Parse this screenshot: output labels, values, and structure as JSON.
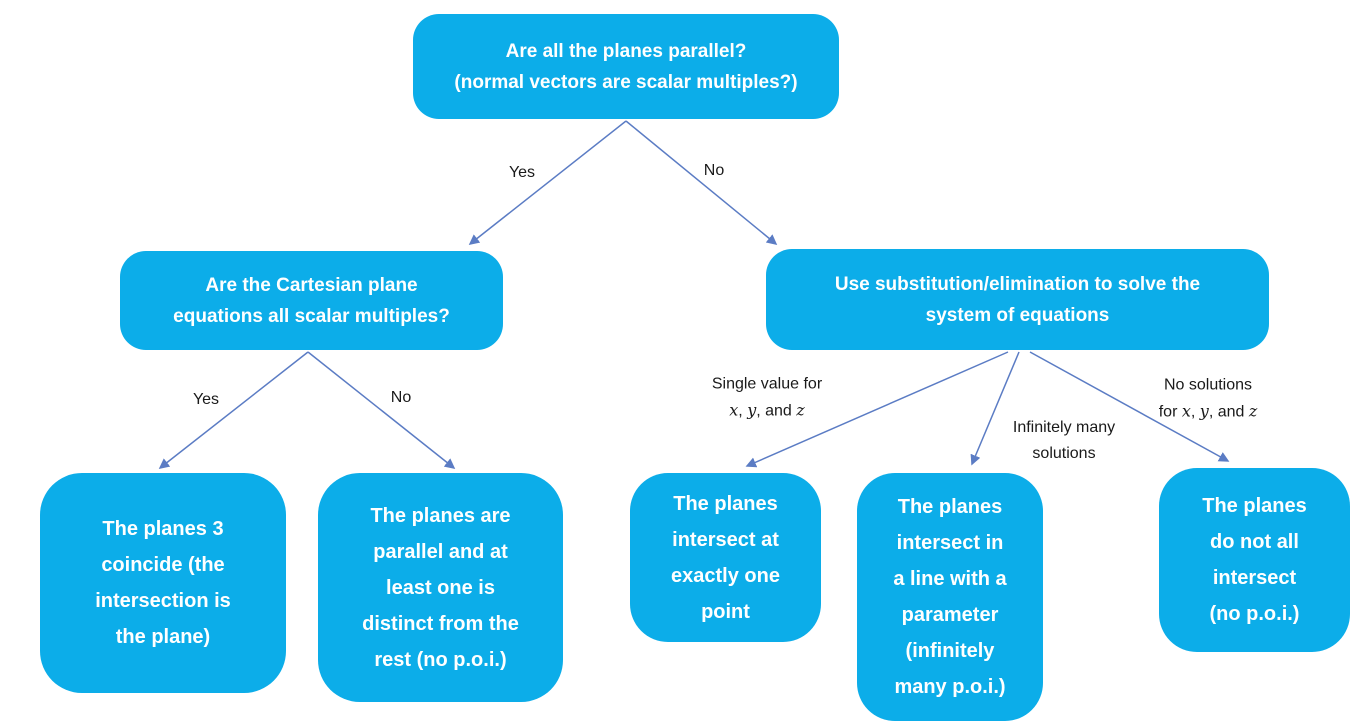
{
  "colors": {
    "page_bg": "#ffffff",
    "node_fill": "#0cade9",
    "node_text": "#ffffff",
    "arrow": "#5b7cc4",
    "label_text": "#1a1a1a"
  },
  "flowchart": {
    "nodes": [
      {
        "id": "are-planes-parallel",
        "lines": [
          "Are all the planes parallel?",
          "(normal vectors are scalar multiples?)"
        ]
      },
      {
        "id": "cartesian-scalar-multiples",
        "lines": [
          "Are the Cartesian plane",
          "equations all scalar multiples?"
        ]
      },
      {
        "id": "use-substitution-elimination",
        "lines": [
          "Use substitution/elimination to solve the",
          "system of equations"
        ]
      },
      {
        "id": "planes-coincide",
        "lines": [
          "The planes 3",
          "coincide (the",
          "intersection is",
          "the plane)"
        ]
      },
      {
        "id": "planes-parallel-distinct",
        "lines": [
          "The planes are",
          "parallel and at",
          "least one is",
          "distinct from the",
          "rest (no p.o.i.)"
        ]
      },
      {
        "id": "intersect-one-point",
        "lines": [
          "The planes",
          "intersect at",
          "exactly one",
          "point"
        ]
      },
      {
        "id": "intersect-line-parameter",
        "lines": [
          "The planes",
          "intersect in",
          "a line with a",
          "parameter",
          "(infinitely",
          "many p.o.i.)"
        ]
      },
      {
        "id": "no-common-intersection",
        "lines": [
          "The planes",
          "do not all",
          "intersect",
          "(no p.o.i.)"
        ]
      }
    ],
    "edges": [
      {
        "from": "are-planes-parallel",
        "to": "cartesian-scalar-multiples",
        "label": "Yes"
      },
      {
        "from": "are-planes-parallel",
        "to": "use-substitution-elimination",
        "label": "No"
      },
      {
        "from": "cartesian-scalar-multiples",
        "to": "planes-coincide",
        "label": "Yes"
      },
      {
        "from": "cartesian-scalar-multiples",
        "to": "planes-parallel-distinct",
        "label": "No"
      },
      {
        "from": "use-substitution-elimination",
        "to": "intersect-one-point",
        "label_line1": "Single value for",
        "label_line2_runs": [
          {
            "t": "x",
            "m": true
          },
          {
            "t": ", "
          },
          {
            "t": "y",
            "m": true
          },
          {
            "t": ", and "
          },
          {
            "t": "z",
            "m": true
          }
        ]
      },
      {
        "from": "use-substitution-elimination",
        "to": "intersect-line-parameter",
        "label_line1": "Infinitely many",
        "label_line2": "solutions"
      },
      {
        "from": "use-substitution-elimination",
        "to": "no-common-intersection",
        "label_line1": "No solutions",
        "label_line2_runs": [
          {
            "t": "for "
          },
          {
            "t": "x",
            "m": true
          },
          {
            "t": ", "
          },
          {
            "t": "y",
            "m": true
          },
          {
            "t": ", and "
          },
          {
            "t": "z",
            "m": true
          }
        ]
      }
    ]
  }
}
